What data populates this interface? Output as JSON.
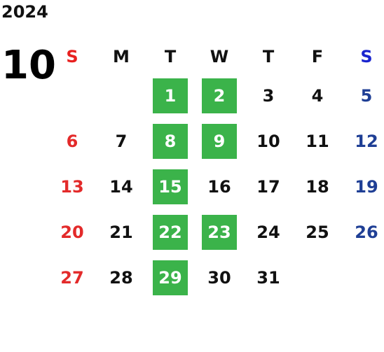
{
  "calendar": {
    "year": "2024",
    "month": "10",
    "weekdays": [
      "S",
      "M",
      "T",
      "W",
      "T",
      "F",
      "S"
    ],
    "weeks": [
      [
        {
          "day": "",
          "highlight": false
        },
        {
          "day": "",
          "highlight": false
        },
        {
          "day": "1",
          "highlight": true
        },
        {
          "day": "2",
          "highlight": true
        },
        {
          "day": "3",
          "highlight": false
        },
        {
          "day": "4",
          "highlight": false
        },
        {
          "day": "5",
          "highlight": false
        }
      ],
      [
        {
          "day": "6",
          "highlight": false
        },
        {
          "day": "7",
          "highlight": false
        },
        {
          "day": "8",
          "highlight": true
        },
        {
          "day": "9",
          "highlight": true
        },
        {
          "day": "10",
          "highlight": false
        },
        {
          "day": "11",
          "highlight": false
        },
        {
          "day": "12",
          "highlight": false
        }
      ],
      [
        {
          "day": "13",
          "highlight": false
        },
        {
          "day": "14",
          "highlight": false
        },
        {
          "day": "15",
          "highlight": true
        },
        {
          "day": "16",
          "highlight": false
        },
        {
          "day": "17",
          "highlight": false
        },
        {
          "day": "18",
          "highlight": false
        },
        {
          "day": "19",
          "highlight": false
        }
      ],
      [
        {
          "day": "20",
          "highlight": false
        },
        {
          "day": "21",
          "highlight": false
        },
        {
          "day": "22",
          "highlight": true
        },
        {
          "day": "23",
          "highlight": true
        },
        {
          "day": "24",
          "highlight": false
        },
        {
          "day": "25",
          "highlight": false
        },
        {
          "day": "26",
          "highlight": false
        }
      ],
      [
        {
          "day": "27",
          "highlight": false
        },
        {
          "day": "28",
          "highlight": false
        },
        {
          "day": "29",
          "highlight": true
        },
        {
          "day": "30",
          "highlight": false
        },
        {
          "day": "31",
          "highlight": false
        },
        {
          "day": "",
          "highlight": false
        },
        {
          "day": "",
          "highlight": false
        }
      ]
    ]
  },
  "colors": {
    "highlight": "#3bb34a",
    "sunday": "#e32a2a",
    "saturday": "#1f3f95",
    "weekday": "#111111"
  }
}
